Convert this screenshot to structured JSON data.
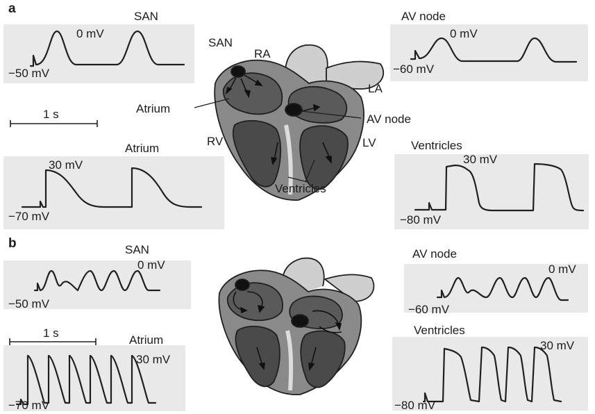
{
  "panel_a": {
    "letter": "a",
    "san": {
      "title": "SAN",
      "top": "0 mV",
      "bottom": "−50 mV"
    },
    "av": {
      "title": "AV node",
      "top": "0 mV",
      "bottom": "−60 mV"
    },
    "atrium": {
      "title": "Atrium",
      "top": "30 mV",
      "bottom": "−70 mV"
    },
    "ventricles": {
      "title": "Ventricles",
      "top": "30 mV",
      "bottom": "−80 mV"
    },
    "scale": "1 s",
    "heart": {
      "san": "SAN",
      "ra": "RA",
      "la": "LA",
      "atrium": "Atrium",
      "av_node": "AV node",
      "rv": "RV",
      "lv": "LV",
      "ventricles": "Ventricles"
    }
  },
  "panel_b": {
    "letter": "b",
    "san": {
      "title": "SAN",
      "top": "0 mV",
      "bottom": "−50 mV"
    },
    "av": {
      "title": "AV node",
      "top": "0 mV",
      "bottom": "−60 mV"
    },
    "atrium": {
      "title": "Atrium",
      "top": "30 mV",
      "bottom": "−70 mV"
    },
    "ventricles": {
      "title": "Ventricles",
      "top": "30 mV",
      "bottom": "−80 mV"
    },
    "scale": "1 s"
  }
}
